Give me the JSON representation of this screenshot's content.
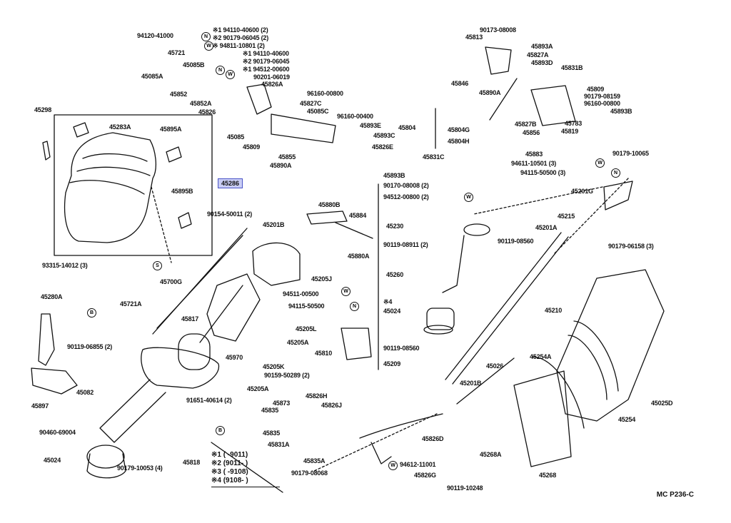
{
  "labels": {
    "l01": "94120-41000",
    "l02": "※1 94110-40600 (2)",
    "l03": "※2 90179-06045 (2)",
    "l04": "※ 94811-10801 (2)",
    "l05": "45721",
    "l06": "※1 94110-40600",
    "l07": "※2 90179-06045",
    "l08": "※1 94512-00600",
    "l09": "45085B",
    "l10": "90201-06019",
    "l11": "45085A",
    "l12": "45826A",
    "l13": "96160-00800",
    "l14": "45852",
    "l15": "45852A",
    "l16": "45827C",
    "l17": "45826",
    "l18": "45085C",
    "l19": "45298",
    "l20": "45283A",
    "l21": "45895A",
    "l22": "96160-00400",
    "l23": "45893E",
    "l24": "45085",
    "l25": "45893C",
    "l26": "45809",
    "l27": "45826E",
    "l28": "45855",
    "l29": "45831C",
    "l30": "45890A",
    "l31": "45893B",
    "l32": "45895B",
    "l33": "45880B",
    "l34": "90154-50011 (2)",
    "l35": "45884",
    "l36": "45201B",
    "l37": "45880A",
    "l38": "93315-14012 (3)",
    "l39": "45700G",
    "l40": "45817",
    "l41": "45205J",
    "l42": "94511-00500",
    "l43": "94115-50500",
    "l44": "45970",
    "l45": "45205L",
    "l46": "45205A",
    "l47": "45810",
    "l48": "45205K",
    "l49": "90159-50289 (2)",
    "l50": "45205A",
    "l51": "45280A",
    "l52": "45721A",
    "l53": "90119-06855 (2)",
    "l54": "45082",
    "l55": "45897",
    "l56": "90460-69004",
    "l57": "45024",
    "l58": "90179-10053 (4)",
    "l59": "45818",
    "l60": "91651-40614 (2)",
    "l61": "45826H",
    "l62": "45873",
    "l63": "45835",
    "l64": "45826J",
    "l65": "45835",
    "l66": "45831A",
    "l67": "45835A",
    "l68": "90179-08068",
    "l69": "45826D",
    "l70": "94612-11001",
    "l71": "45826G",
    "l72": "90119-10248",
    "l73": "90173-08008",
    "l74": "45813",
    "l75": "45893A",
    "l76": "45827A",
    "l77": "45893D",
    "l78": "45831B",
    "l79": "45846",
    "l80": "45890A",
    "l81": "45809",
    "l82": "90179-08159",
    "l83": "96160-00800",
    "l84": "45893B",
    "l85": "45804",
    "l86": "45804G",
    "l87": "45804H",
    "l88": "45827B",
    "l89": "45856",
    "l90": "45783",
    "l91": "45819",
    "l92": "45883",
    "l93": "90179-10065",
    "l94": "94611-10501 (3)",
    "l95": "94115-50500 (3)",
    "l96": "90170-08008 (2)",
    "l97": "94512-00800 (2)",
    "l98": "45201G",
    "l99": "45215",
    "l100": "45230",
    "l101": "45201A",
    "l102": "90119-08911 (2)",
    "l103": "90119-08560",
    "l104": "45260",
    "l105": "90179-06158 (3)",
    "l106": "※4",
    "l107": "45024",
    "l108": "45210",
    "l109": "90119-08560",
    "l110": "45254A",
    "l111": "45026",
    "l112": "45209",
    "l113": "45201B",
    "l114": "45025D",
    "l115": "45254",
    "l116": "45268A",
    "l117": "45268"
  },
  "highlight": "45286",
  "markers": {
    "N": "N",
    "W": "W",
    "S": "S",
    "B": "B"
  },
  "legend": [
    "※1 (  -9011)",
    "※2 (9011-  )",
    "※3 (  -9108)",
    "※4 (9108-  )"
  ],
  "diagram_code": "MC P236-C"
}
